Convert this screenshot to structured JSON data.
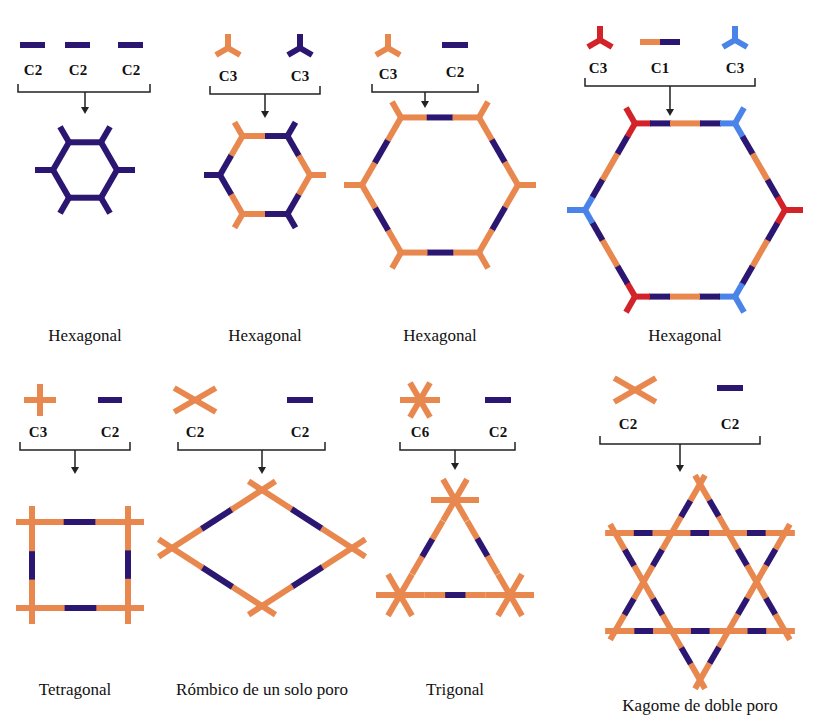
{
  "diagram": {
    "labels": [
      "C2",
      "C2",
      "C2",
      "C3",
      "C3",
      "C3",
      "C2",
      "C3",
      "C1",
      "C3",
      "Hexagonal",
      "Hexagonal",
      "Hexagonal",
      "Hexagonal",
      "C3",
      "C2",
      "C2",
      "C2",
      "C6",
      "C2",
      "C2",
      "C2",
      "Tetragonal",
      "Rómbico de un solo poro",
      "Trigonal",
      "Kagome de doble poro"
    ]
  }
}
